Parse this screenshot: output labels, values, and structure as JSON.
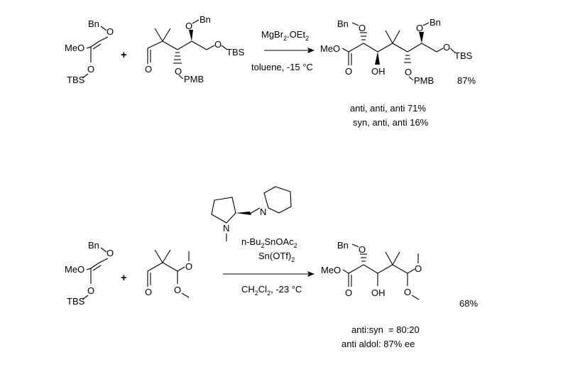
{
  "reaction1": {
    "reagent_a": {
      "bn": "Bn",
      "meo": "MeO",
      "tbs": "TBS",
      "o1": "O",
      "o2": "O"
    },
    "plus": "+",
    "reagent_b": {
      "bn": "Bn",
      "o_ald": "O",
      "o_bn": "O",
      "o_tbs": "O",
      "tbs": "TBS",
      "pmb": "PMB",
      "o_pmb": "O"
    },
    "conditions_top_main": "MgBr",
    "conditions_top_sub": "2",
    "conditions_top_rest": ".OEt",
    "conditions_top_sub2": "2",
    "conditions_bottom": "toluene, -15 °C",
    "product": {
      "bn1": "Bn",
      "bn2": "Bn",
      "meo": "MeO",
      "o_ester": "O",
      "oh": "OH",
      "tbs": "TBS",
      "pmb": "PMB",
      "o1": "O",
      "o2": "O",
      "o3": "O",
      "o4": "O"
    },
    "yield": "87%",
    "selectivity_1": "anti, anti, anti 71%",
    "selectivity_2": "syn, anti, anti 16%"
  },
  "reaction2": {
    "reagent_a": {
      "bn": "Bn",
      "meo": "MeO",
      "tbs": "TBS",
      "o1": "O",
      "o2": "O"
    },
    "plus": "+",
    "reagent_b": {
      "o_ald": "O",
      "o1": "O",
      "o2": "O"
    },
    "catalyst": {
      "n1": "N",
      "n2": "N"
    },
    "cond_line1_a": "n-Bu",
    "cond_line1_sub1": "2",
    "cond_line1_b": "SnOAc",
    "cond_line1_sub2": "2",
    "cond_line2_a": "Sn(OTf)",
    "cond_line2_sub": "2",
    "cond_bottom_a": "CH",
    "cond_bottom_sub1": "2",
    "cond_bottom_b": "Cl",
    "cond_bottom_sub2": "2",
    "cond_bottom_c": ", -23 °C",
    "product": {
      "bn": "Bn",
      "meo": "MeO",
      "o_ester": "O",
      "oh": "OH",
      "o1": "O",
      "o2": "O",
      "o3": "O"
    },
    "yield": "68%",
    "ratio": "anti:syn  = 80:20",
    "ee": "anti aldol: 87% ee"
  }
}
